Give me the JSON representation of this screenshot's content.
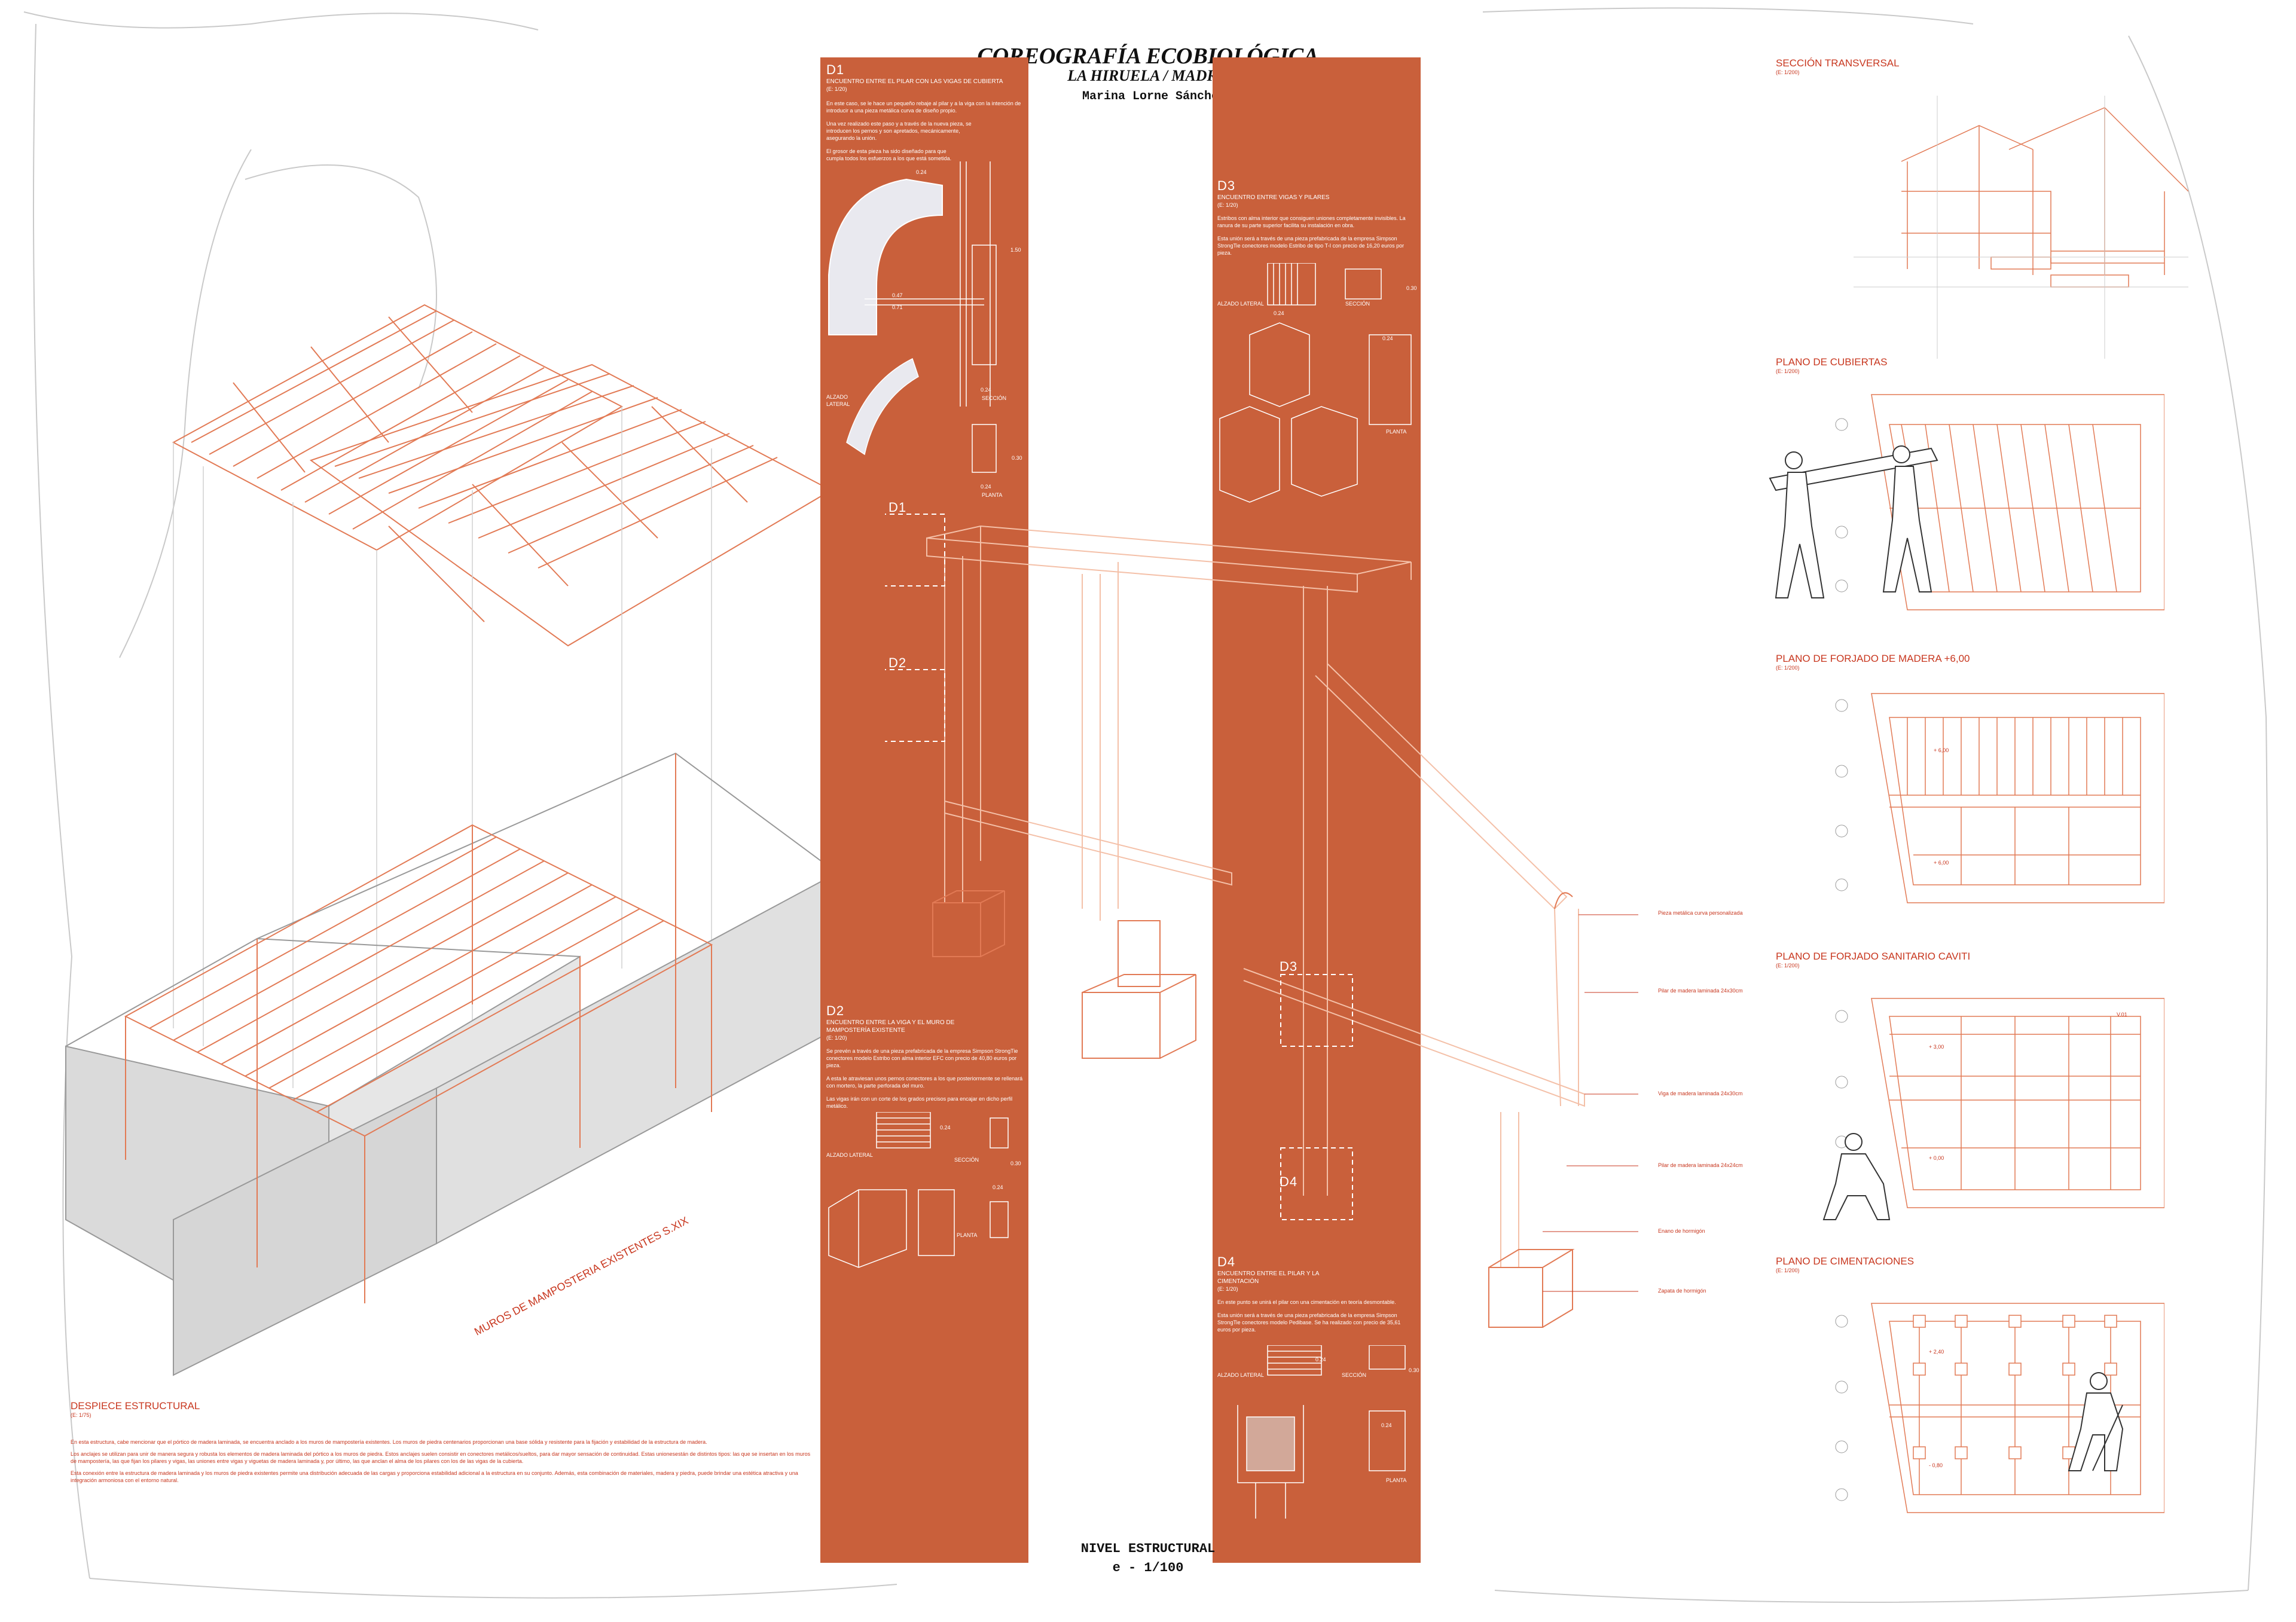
{
  "title": {
    "main": "COREOGRAFÍA ECOBIOLÓGICA",
    "location": "LA HIRUELA / MADRID",
    "author": "Marina Lorne Sánchez"
  },
  "footer": {
    "level": "NIVEL ESTRUCTURAL",
    "scale": "e - 1/100"
  },
  "despiece": {
    "heading": "DESPIECE ESTRUCTURAL",
    "scale": "(E: 1/75)",
    "p1": "En esta estructura, cabe mencionar que el pórtico de madera laminada, se encuentra anclado a los muros de mampostería existentes. Los muros de piedra centenarios proporcionan una base sólida y resistente para la fijación y estabilidad de la estructura de madera.",
    "p2": "Los anclajes se utilizan para unir de manera segura y robusta los elementos de madera laminada del pórtico a los muros de piedra. Estos anclajes suelen consistir en conectores metálicos/sueltos, para dar mayor sensación de continuidad. Estas unionesestán de distintos tipos: las que se insertan en los muros de mampostería, las que fijan los pilares y vigas, las uniones entre vigas y viguetas de madera laminada y, por último, las que anclan el alma de los pilares con los de las vigas de la cubierta.",
    "p3": "Esta conexión entre la estructura de madera laminada y los muros de piedra existentes permite una distribución adecuada de las cargas y proporciona estabilidad adicional a la estructura en su conjunto. Además, esta combinación de materiales, madera y piedra, puede brindar una estética atractiva y una integración armoniosa con el entorno natural."
  },
  "muros_label": "MUROS DE MAMPOSTERIA EXISTENTES S.XIX",
  "d1": {
    "code": "D1",
    "title": "ENCUENTRO ENTRE EL PILAR CON LAS VIGAS DE CUBIERTA",
    "scale": "(E: 1/20)",
    "p1": "En este caso, se le hace un pequeño rebaje al pilar y a la viga con la intención de introducir a una pieza metálica curva de diseño propio.",
    "p2": "Una vez realizado este paso y a través de la nueva pieza, se introducen los pernos y son apretados, mecánicamente, asegurando la unión.",
    "p3": "El grosor de esta pieza ha sido diseñado para que cumpla todos los esfuerzos a los que está sometida.",
    "alzado": "ALZADO LATERAL",
    "seccion": "SECCIÓN",
    "planta": "PLANTA",
    "dims": [
      "0.24",
      "0.47",
      "0.71",
      "1.50",
      "0.24",
      "0.24",
      "0.30"
    ]
  },
  "d2": {
    "code": "D2",
    "title": "ENCUENTRO ENTRE LA VIGA Y EL MURO DE MAMPOSTERÍA EXISTENTE",
    "scale": "(E: 1/20)",
    "p1": "Se prevén a través de una pieza prefabricada de la empresa Simpson StrongTie conectores modelo Estribo con alma interior EFC con precio de 40,80 euros por pieza.",
    "p2": "A esta le atraviesan unos pernos conectores a los que posteriormente se rellenará con mortero, la parte perforada del muro.",
    "p3": "Las vigas irán con un corte de los grados precisos para encajar en dicho perfil metálico.",
    "alzado": "ALZADO LATERAL",
    "seccion": "SECCIÓN",
    "planta": "PLANTA",
    "dims": [
      "0.24",
      "0.24",
      "0.30"
    ]
  },
  "d3": {
    "code": "D3",
    "title": "ENCUENTRO ENTRE VIGAS Y PILARES",
    "scale": "(E: 1/20)",
    "p1": "Estribos con alma interior que consiguen uniones completamente invisibles. La ranura de su parte superior facilita su instalación en obra.",
    "p2": "Esta unión será a través de una pieza prefabricada de la empresa Simpson StrongTie conectores modelo Estribo de tipo T-I con precio de 16,20 euros por pieza.",
    "alzado": "ALZADO LATERAL",
    "seccion": "SECCIÓN",
    "planta": "PLANTA",
    "dims": [
      "0.24",
      "0.30",
      "0.24"
    ]
  },
  "d4": {
    "code": "D4",
    "title": "ENCUENTRO ENTRE EL PILAR Y LA CIMENTACIÓN",
    "scale": "(E: 1/20)",
    "p1": "En este punto se unirá el pilar con una cimentación en teoría desmontable.",
    "p2": "Esta unión será a través de una pieza prefabricada de la empresa Simpson StrongTie conectores modelo Pedibase. Se ha realizado con precio de 35,61 euros por pieza.",
    "alzado": "ALZADO LATERAL",
    "seccion": "SECCIÓN",
    "planta": "PLANTA",
    "dims": [
      "0.24",
      "0.30",
      "0.24"
    ]
  },
  "callouts": {
    "d1": "D1",
    "d2": "D2",
    "d3": "D3",
    "d4": "D4",
    "labels": [
      "Pieza metálica curva personalizada",
      "Pilar de madera laminada 24x30cm",
      "Viga de madera laminada 24x30cm",
      "Pilar de madera laminada 24x24cm",
      "Enano de hormigón",
      "Zapata de hormigón"
    ]
  },
  "plans": [
    {
      "title": "SECCIÓN TRANSVERSAL",
      "scale": "(E: 1/200)"
    },
    {
      "title": "PLANO DE CUBIERTAS",
      "scale": "(E: 1/200)"
    },
    {
      "title": "PLANO DE FORJADO DE MADERA +6,00",
      "scale": "(E: 1/200)",
      "levels": [
        "+ 6,00",
        "+ 6,00"
      ]
    },
    {
      "title": "PLANO DE FORJADO SANITARIO CAVITI",
      "scale": "(E: 1/200)",
      "levels": [
        "+ 3,00",
        "+ 0,00"
      ],
      "tag": "V.01"
    },
    {
      "title": "PLANO DE CIMENTACIONES",
      "scale": "(E: 1/200)",
      "levels": [
        "+ 2,40",
        "- 0,80"
      ]
    }
  ],
  "colors": {
    "panel": "#c9603b",
    "accent": "#c8371f",
    "line": "#e27a55"
  }
}
